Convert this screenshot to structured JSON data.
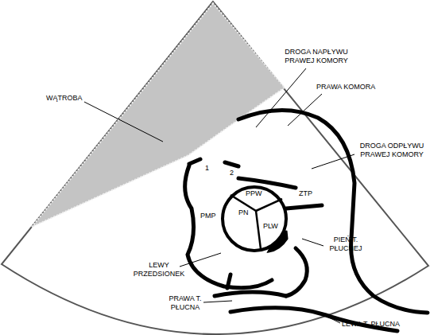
{
  "diagram": {
    "labels": [
      "WĄTROBA",
      "DROGA NAPŁYWU PRAWEJ KOMORY",
      "PRAWA KOMORA",
      "DROGA ODPŁYWU PRAWEJ KOMORY",
      "1",
      "2",
      "PPW",
      "PN",
      "PLW",
      "ZTP",
      "PMP",
      "PIEŃ T. PŁUCNEJ",
      "LEWY PRZEDSIONEK",
      "PRAWA T. PŁUCNA",
      "LEWA T. PŁUCNA"
    ]
  }
}
